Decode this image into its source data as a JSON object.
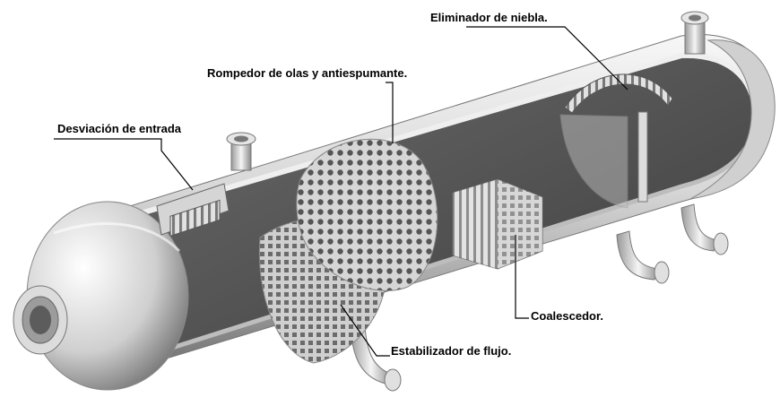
{
  "diagram": {
    "labels": {
      "mist_eliminator": "Eliminador de niebla.",
      "wave_breaker": "Rompedor de olas y antiespumante.",
      "inlet_diverter": "Desviación de entrada",
      "coalescer": "Coalescedor.",
      "flow_stabilizer": "Estabilizador de flujo."
    },
    "colors": {
      "vessel_light": "#f2f2f2",
      "vessel_mid": "#c9c9c9",
      "vessel_dark": "#6e6e6e",
      "interior": "#5a5a5a",
      "leader": "#000000"
    }
  }
}
